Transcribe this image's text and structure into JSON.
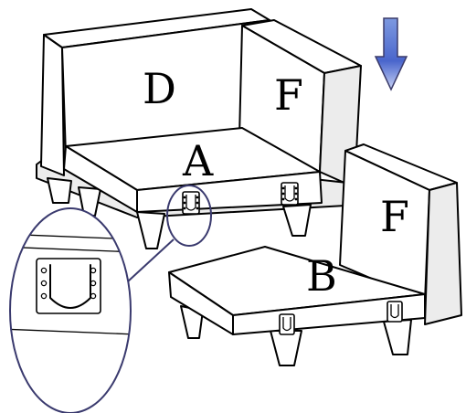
{
  "labels": {
    "seat_a": "A",
    "back_d": "D",
    "arm_f_top": "F",
    "seat_b": "B",
    "arm_f_right": "F"
  },
  "arrow": {
    "icon": "down-arrow-icon",
    "color_top": "#6f8fdc",
    "color_bottom": "#2b47b8"
  },
  "zoom": {
    "circle_color": "#3a3a6e"
  }
}
